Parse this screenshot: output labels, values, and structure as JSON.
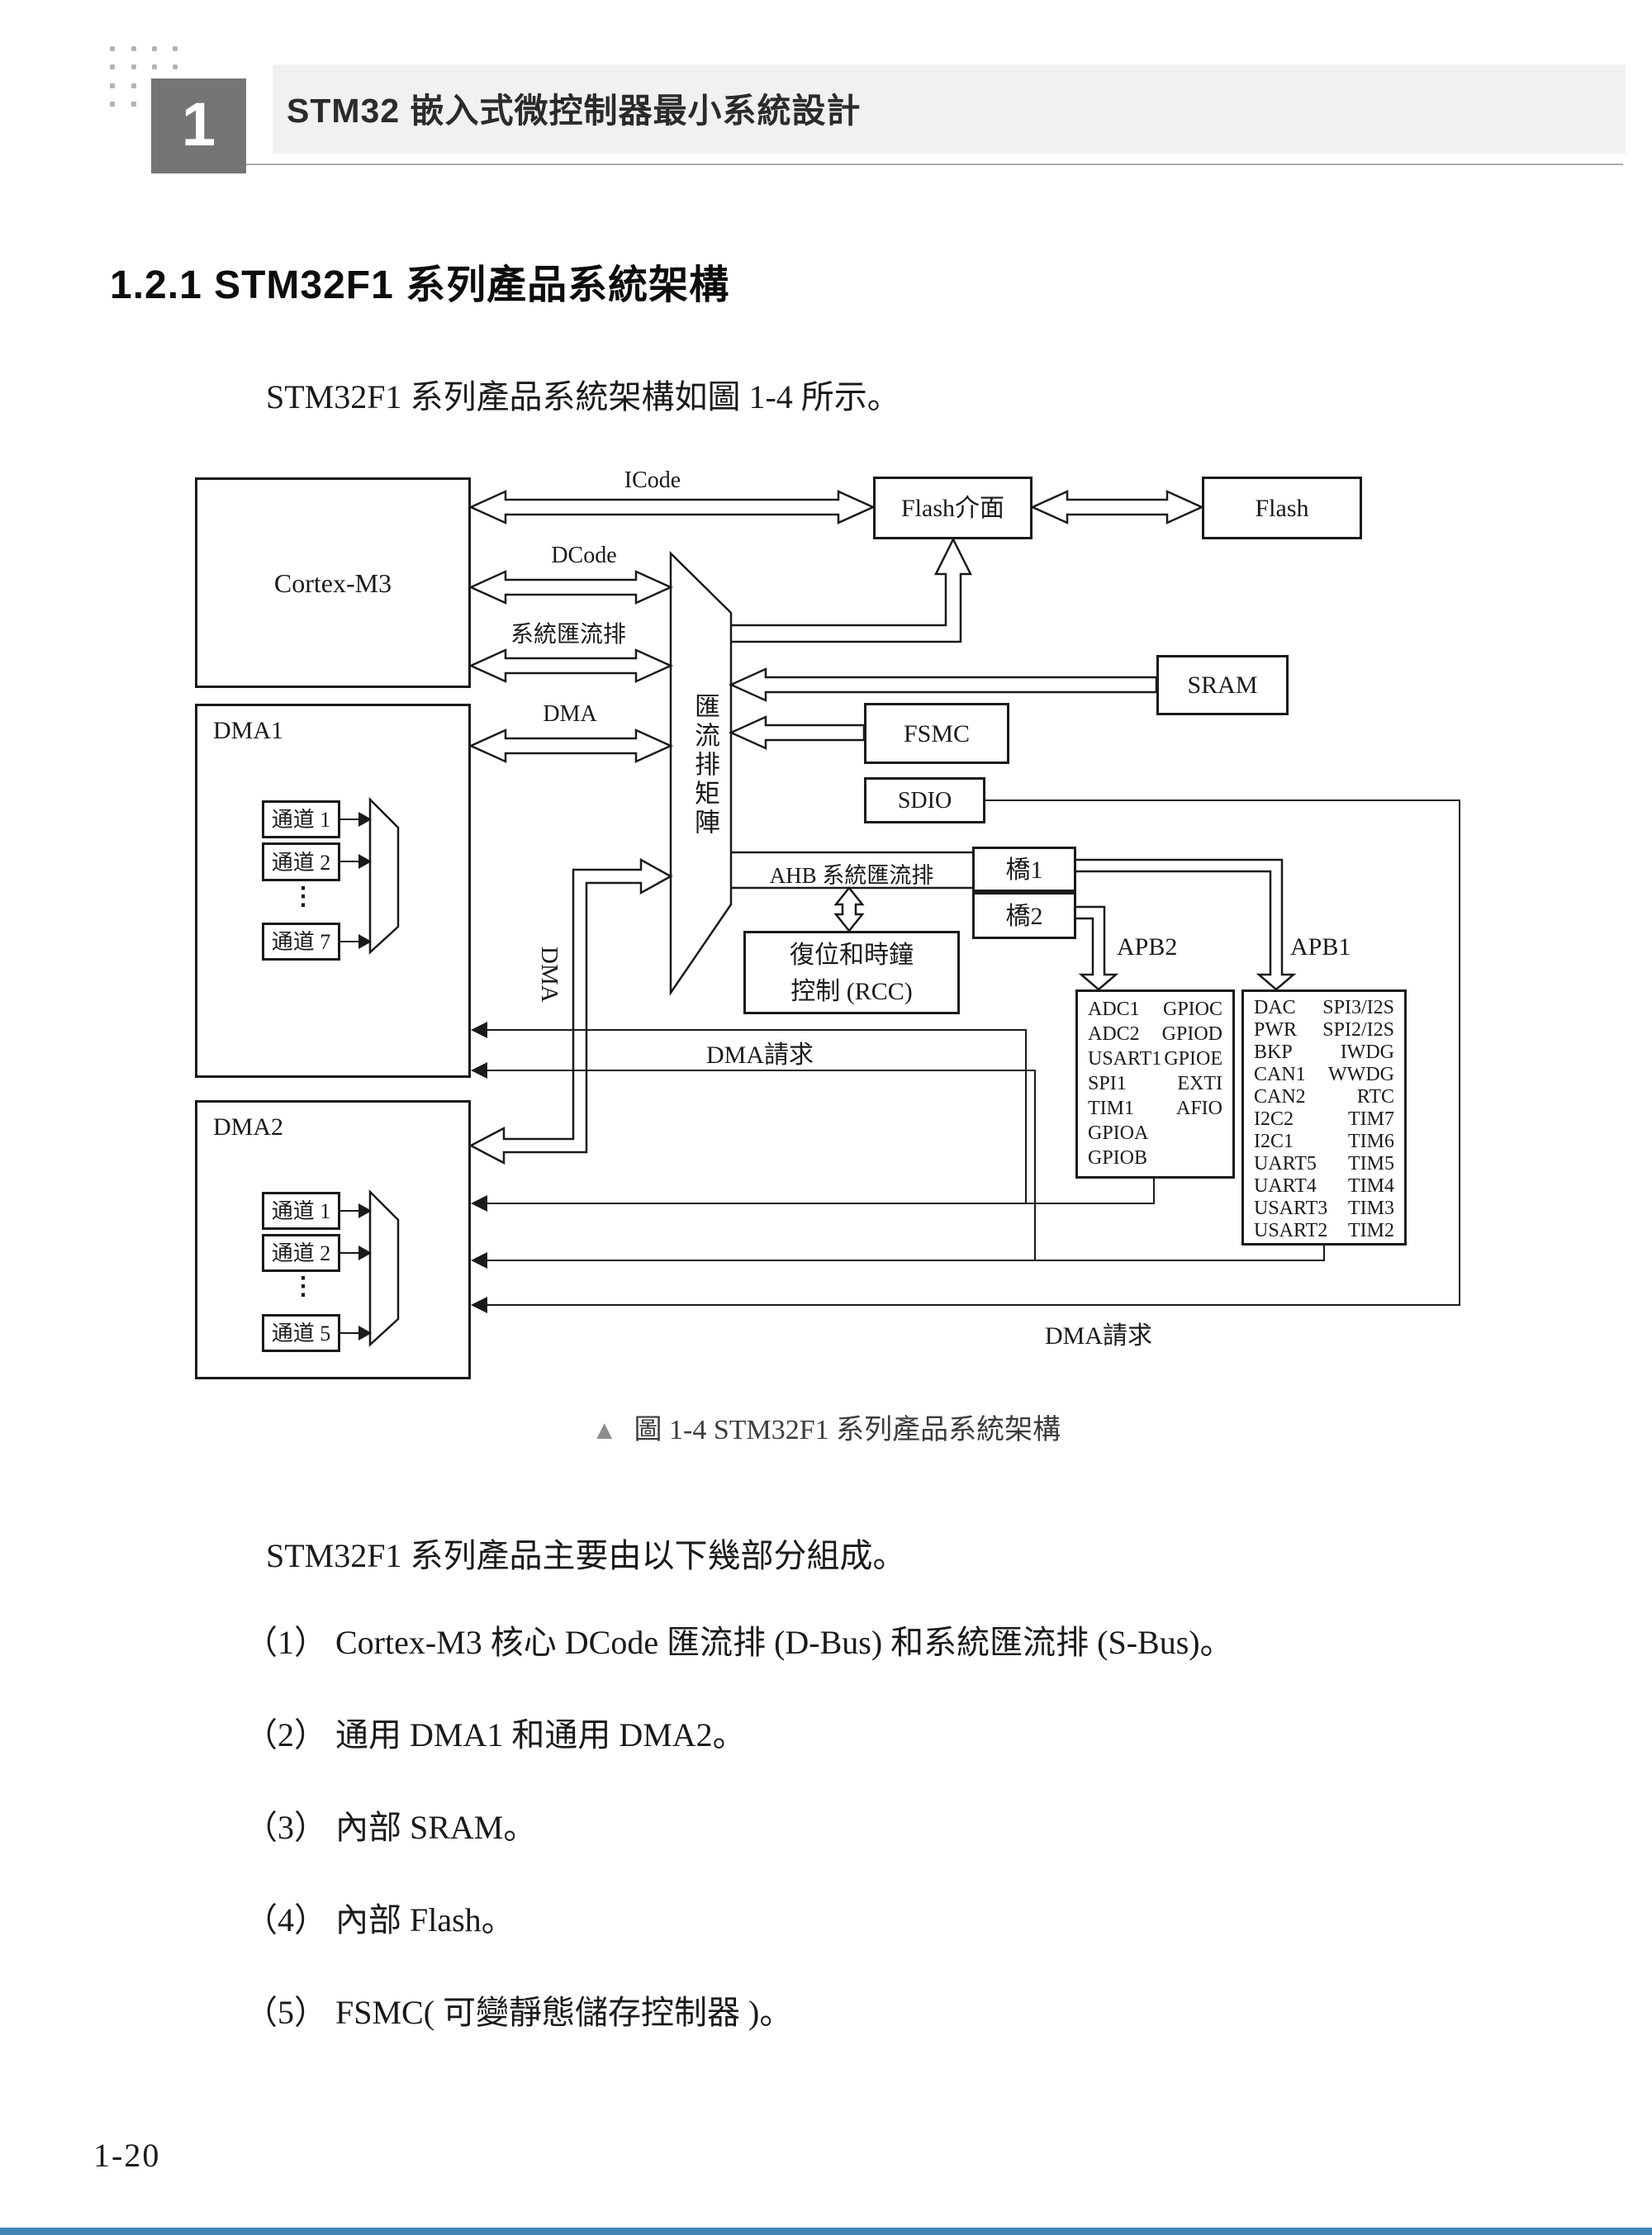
{
  "header": {
    "chapter_number": "1",
    "chapter_title": "STM32 嵌入式微控制器最小系統設計"
  },
  "section": {
    "heading": "1.2.1  STM32F1 系列產品系統架構",
    "intro": "STM32F1 系列產品系統架構如圖 1-4 所示。"
  },
  "figure": {
    "marker": "▲",
    "caption": "圖 1-4  STM32F1 系列產品系統架構"
  },
  "diagram": {
    "cortex": "Cortex-M3",
    "dma1": {
      "title": "DMA1",
      "channels": [
        "通道 1",
        "通道 2",
        "通道 7"
      ],
      "dots": "⋮"
    },
    "dma2": {
      "title": "DMA2",
      "channels": [
        "通道 1",
        "通道 2",
        "通道 5"
      ],
      "dots": "⋮"
    },
    "bus_matrix": "匯流排矩陣",
    "flash_interface": "Flash介面",
    "flash": "Flash",
    "sram": "SRAM",
    "fsmc": "FSMC",
    "sdio": "SDIO",
    "rcc": [
      "復位和時鐘",
      "控制 (RCC)"
    ],
    "bridge1": "橋1",
    "bridge2": "橋2",
    "ahb": "AHB 系統匯流排",
    "buses": {
      "icode": "ICode",
      "dcode": "DCode",
      "sysbus": "系統匯流排",
      "dma": "DMA",
      "dma_vertical": "DMA"
    },
    "apb2_label": "APB2",
    "apb1_label": "APB1",
    "dma_request_1": "DMA請求",
    "dma_request_2": "DMA請求",
    "apb2_rows": [
      [
        "ADC1",
        "GPIOC"
      ],
      [
        "ADC2",
        "GPIOD"
      ],
      [
        "USART1",
        "GPIOE"
      ],
      [
        "SPI1",
        "EXTI"
      ],
      [
        "TIM1",
        "AFIO"
      ],
      [
        "GPIOA",
        ""
      ],
      [
        "GPIOB",
        ""
      ]
    ],
    "apb1_rows": [
      [
        "DAC",
        "SPI3/I2S"
      ],
      [
        "PWR",
        "SPI2/I2S"
      ],
      [
        "BKP",
        "IWDG"
      ],
      [
        "CAN1",
        "WWDG"
      ],
      [
        "CAN2",
        "RTC"
      ],
      [
        "I2C2",
        "TIM7"
      ],
      [
        "I2C1",
        "TIM6"
      ],
      [
        "UART5",
        "TIM5"
      ],
      [
        "UART4",
        "TIM4"
      ],
      [
        "USART3",
        "TIM3"
      ],
      [
        "USART2",
        "TIM2"
      ]
    ]
  },
  "body": {
    "lead": "STM32F1 系列產品主要由以下幾部分組成。",
    "items": [
      "（1） Cortex-M3 核心 DCode 匯流排 (D-Bus) 和系統匯流排 (S-Bus)。",
      "（2） 通用 DMA1 和通用 DMA2。",
      "（3） 內部 SRAM。",
      "（4） 內部 Flash。",
      "（5） FSMC( 可變靜態儲存控制器 )。"
    ]
  },
  "page": {
    "footer_page_number": "1-20"
  }
}
